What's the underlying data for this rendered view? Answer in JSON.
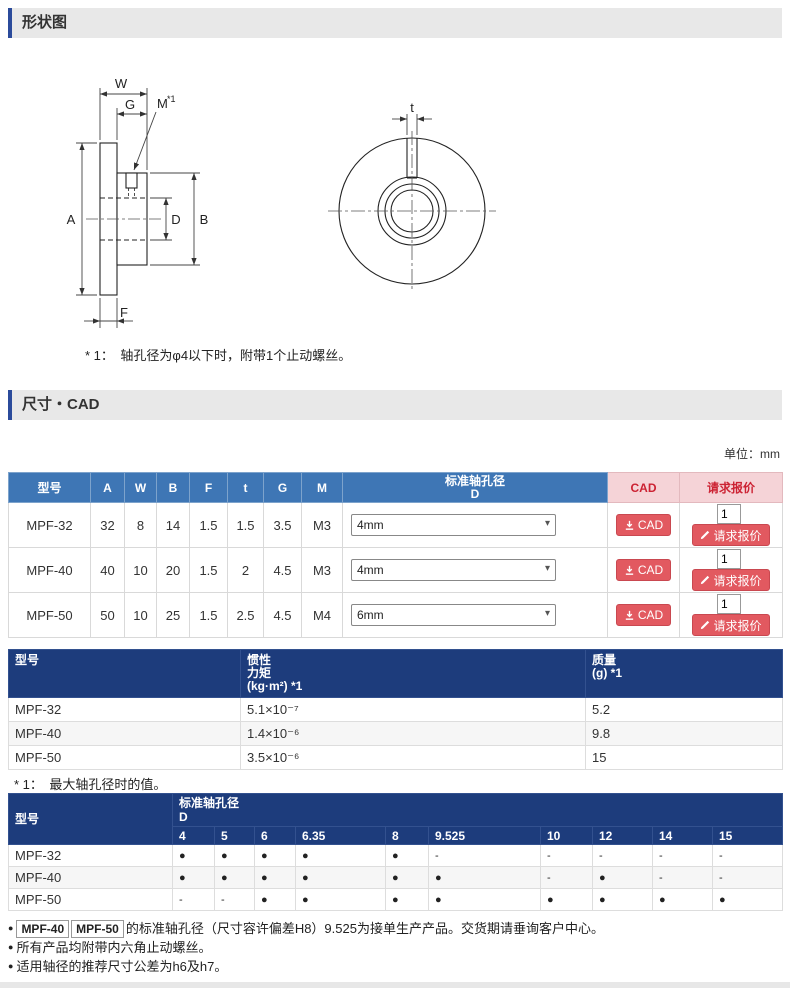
{
  "colors": {
    "accent_blue": "#2b4b9b",
    "table1_header_blue": "#3e76b5",
    "navy_header": "#1d3c7c",
    "pink_header_bg": "#f5d3d7",
    "pink_header_text": "#cc2233",
    "button_red": "#e25960",
    "section_bar_bg": "#e8e8e8"
  },
  "icons": {
    "cad_download": "download-into-tray",
    "quote_pencil": "pencil",
    "select_chevron": "▾"
  },
  "sections": {
    "shape_title": "形状图",
    "dim_title": "尺寸・CAD"
  },
  "drawing": {
    "note": "* 1：　轴孔径为φ4以下时，附带1个止动螺丝。",
    "labels": {
      "W": "W",
      "G": "G",
      "M": "M",
      "M_sup": "*1",
      "A": "A",
      "D": "D",
      "B": "B",
      "F": "F",
      "t": "t"
    }
  },
  "unit_label": "单位：mm",
  "table1": {
    "headers": {
      "model": "型号",
      "A": "A",
      "W": "W",
      "B": "B",
      "F": "F",
      "t": "t",
      "G": "G",
      "M": "M",
      "bore": "标准轴孔径",
      "bore_sub": "D",
      "cad": "CAD",
      "quote": "请求报价"
    },
    "cad_button": "CAD",
    "quote_button": "请求报价",
    "rows": [
      {
        "model": "MPF-32",
        "A": "32",
        "W": "8",
        "B": "14",
        "F": "1.5",
        "t": "1.5",
        "G": "3.5",
        "M": "M3",
        "bore": "4mm",
        "qty": "1"
      },
      {
        "model": "MPF-40",
        "A": "40",
        "W": "10",
        "B": "20",
        "F": "1.5",
        "t": "2",
        "G": "4.5",
        "M": "M3",
        "bore": "4mm",
        "qty": "1"
      },
      {
        "model": "MPF-50",
        "A": "50",
        "W": "10",
        "B": "25",
        "F": "1.5",
        "t": "2.5",
        "G": "4.5",
        "M": "M4",
        "bore": "6mm",
        "qty": "1"
      }
    ]
  },
  "table2": {
    "headers": {
      "model": "型号",
      "inertia_lines": [
        "惯性",
        "力矩",
        "(kg·m²) *1"
      ],
      "mass_lines": [
        "质量",
        "(g) *1"
      ]
    },
    "rows": [
      {
        "model": "MPF-32",
        "inertia": "5.1×10⁻⁷",
        "mass": "5.2"
      },
      {
        "model": "MPF-40",
        "inertia": "1.4×10⁻⁶",
        "mass": "9.8"
      },
      {
        "model": "MPF-50",
        "inertia": "3.5×10⁻⁶",
        "mass": "15"
      }
    ],
    "note": "* 1：　最大轴孔径时的值。"
  },
  "table3": {
    "headers": {
      "model": "型号",
      "bore": "标准轴孔径",
      "bore_sub": "D",
      "cols": [
        "4",
        "5",
        "6",
        "6.35",
        "8",
        "9.525",
        "10",
        "12",
        "14",
        "15"
      ]
    },
    "rows": [
      {
        "model": "MPF-32",
        "marks": [
          "●",
          "●",
          "●",
          "●",
          "●",
          "-",
          "-",
          "-",
          "-",
          "-"
        ]
      },
      {
        "model": "MPF-40",
        "marks": [
          "●",
          "●",
          "●",
          "●",
          "●",
          "●",
          "-",
          "●",
          "-",
          "-"
        ]
      },
      {
        "model": "MPF-50",
        "marks": [
          "-",
          "-",
          "●",
          "●",
          "●",
          "●",
          "●",
          "●",
          "●",
          "●"
        ]
      }
    ]
  },
  "footnotes": {
    "bullet": "●",
    "n1": {
      "box1": "MPF-40",
      "box2": "MPF-50",
      "text": "的标准轴孔径（尺寸容许偏差H8）9.525为接单生产产品。交货期请垂询客户中心。"
    },
    "n2": "所有产品均附带内六角止动螺丝。",
    "n3": "适用轴径的推荐尺寸公差为h6及h7。"
  }
}
